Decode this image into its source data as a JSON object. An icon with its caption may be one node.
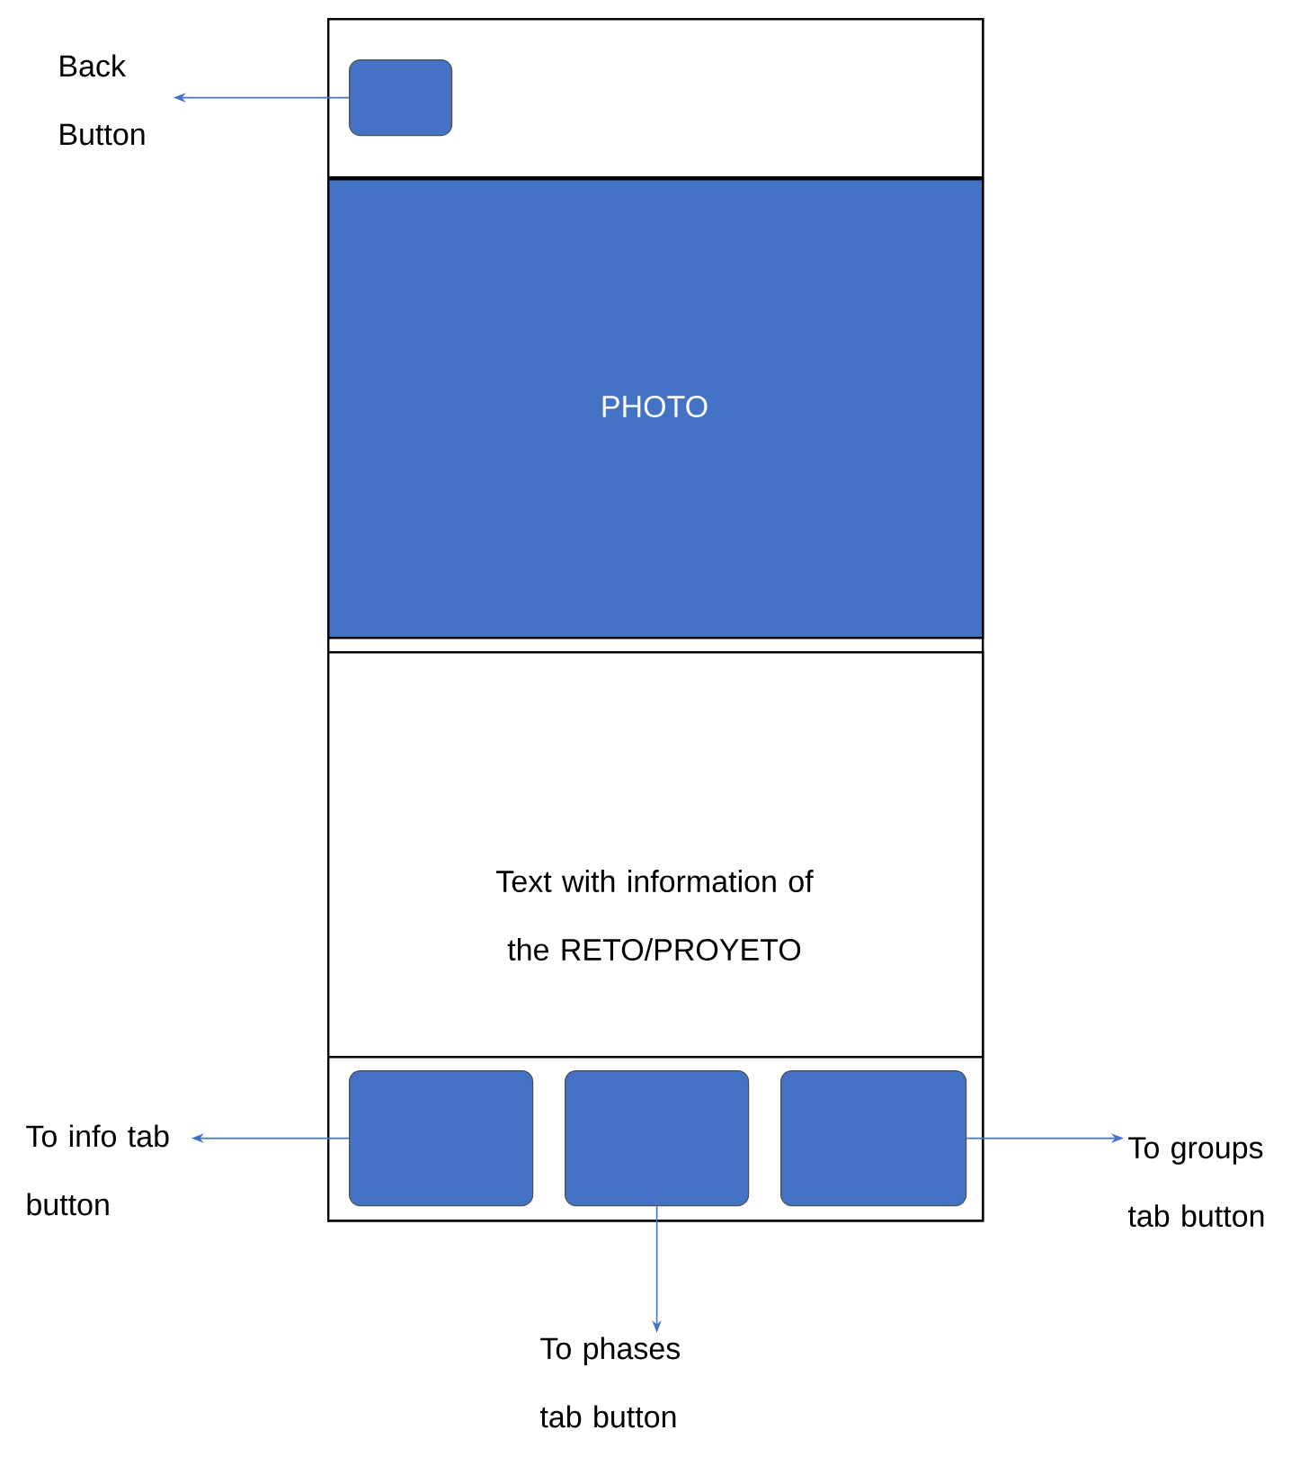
{
  "diagram": {
    "nodes": [
      {
        "text": [],
        "shape": "box"
      },
      {
        "text": [],
        "shape": "box",
        "in": 0
      },
      {
        "text": [],
        "shape": "box",
        "in": 1
      },
      {
        "text": [
          "PHOTO"
        ],
        "in": 0
      },
      {
        "text": [
          "Text with information of the RETO/PROYETO"
        ],
        "in": 0
      },
      {
        "text": [],
        "shape": "box",
        "in": 0
      },
      {
        "text": [],
        "shape": "box",
        "in": 5
      },
      {
        "text": [],
        "shape": "box",
        "in": 5
      },
      {
        "text": [],
        "shape": "box",
        "in": 5
      },
      {
        "text": [
          "Back Button"
        ]
      },
      {
        "text": [
          "To info tab button"
        ]
      },
      {
        "text": [
          "To phases tab button"
        ]
      },
      {
        "text": [
          "To groups tab button"
        ]
      }
    ],
    "edges": [
      {
        "from": 2,
        "to": 9,
        "arrow": "to"
      },
      {
        "from": 6,
        "to": 10,
        "arrow": "to"
      },
      {
        "from": 7,
        "to": 11,
        "arrow": "to"
      },
      {
        "from": 8,
        "to": 12,
        "arrow": "to"
      }
    ]
  }
}
